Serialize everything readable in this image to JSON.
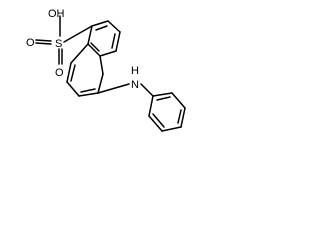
{
  "diagram": {
    "type": "chemical-structure",
    "labels": {
      "hydroxyl": "OH",
      "sulfur": "S",
      "oxygen_upper": "O",
      "oxygen_lower": "O",
      "amine": "H",
      "amine_n": "N"
    }
  }
}
